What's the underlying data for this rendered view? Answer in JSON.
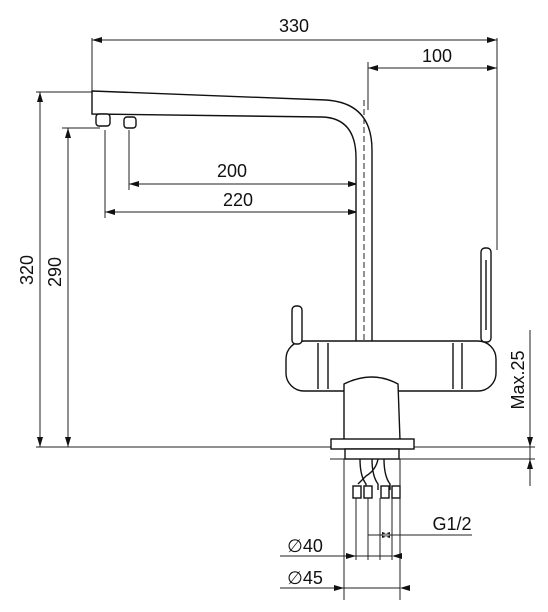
{
  "dimensions": {
    "overall_width": "330",
    "spout_to_axis": "100",
    "outlet_200": "200",
    "outlet_220": "220",
    "height_320": "320",
    "height_290": "290",
    "max_thickness": "Max.25",
    "thread": "G1/2",
    "diameter_40": "∅40",
    "diameter_45": "∅45"
  }
}
